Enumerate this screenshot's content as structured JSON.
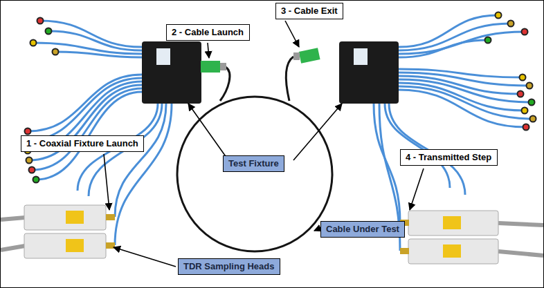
{
  "diagram": {
    "nodes": [
      {
        "text": [
          "3 - Cable Exit"
        ]
      },
      {
        "text": [
          "2 - Cable Launch"
        ]
      },
      {
        "text": [
          "1 - Coaxial Fixture Launch"
        ]
      },
      {
        "text": [
          "Test Fixture"
        ]
      },
      {
        "text": [
          "4 - Transmitted Step"
        ]
      },
      {
        "text": [
          "Cable Under Test"
        ]
      },
      {
        "text": [
          "TDR Sampling Heads"
        ]
      }
    ]
  }
}
